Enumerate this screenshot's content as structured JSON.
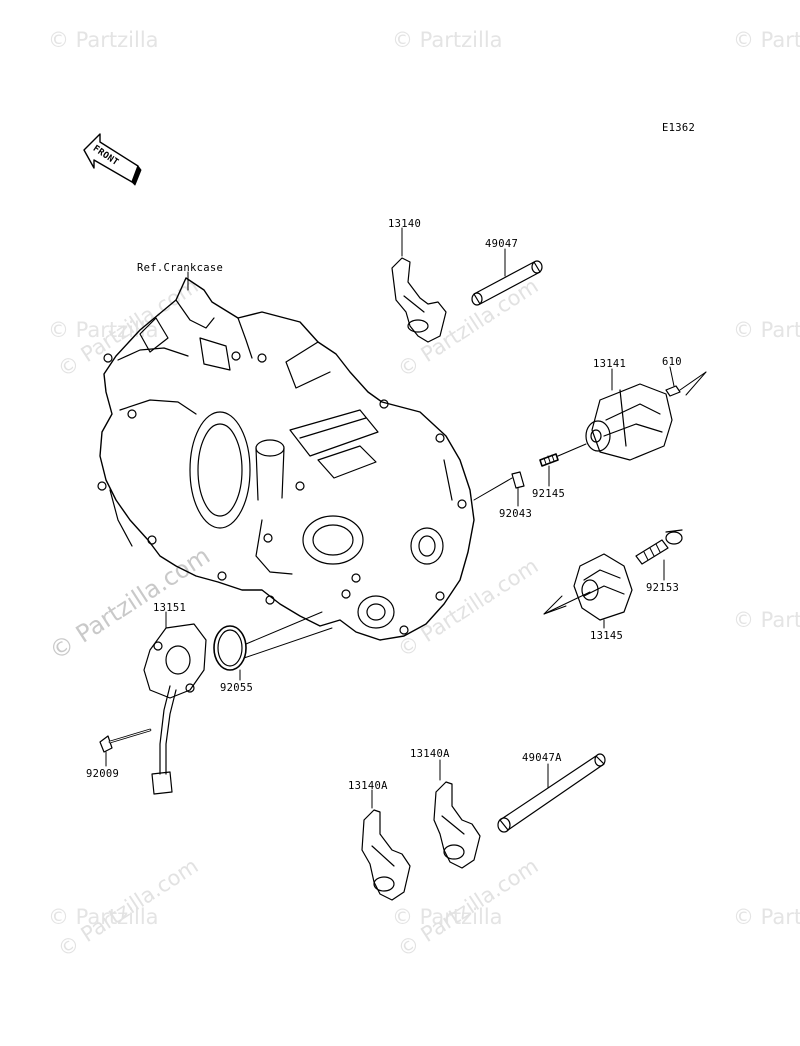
{
  "diagram_code": "E1362",
  "front_marker": "FRONT",
  "reference_label": "Ref.Crankcase",
  "parts": {
    "p13140": "13140",
    "p49047": "49047",
    "p13141": "13141",
    "p610": "610",
    "p92145": "92145",
    "p92043": "92043",
    "p92153": "92153",
    "p13145": "13145",
    "p13151": "13151",
    "p92055": "92055",
    "p92009": "92009",
    "p13140A_right": "13140A",
    "p13140A_left": "13140A",
    "p49047A": "49047A"
  },
  "watermarks": {
    "corner": "© Partzilla",
    "tile": "© Partzilla.com",
    "main": "© Partzilla.com"
  },
  "colors": {
    "line": "#000000",
    "watermark": "#dddddd",
    "background": "#ffffff"
  }
}
